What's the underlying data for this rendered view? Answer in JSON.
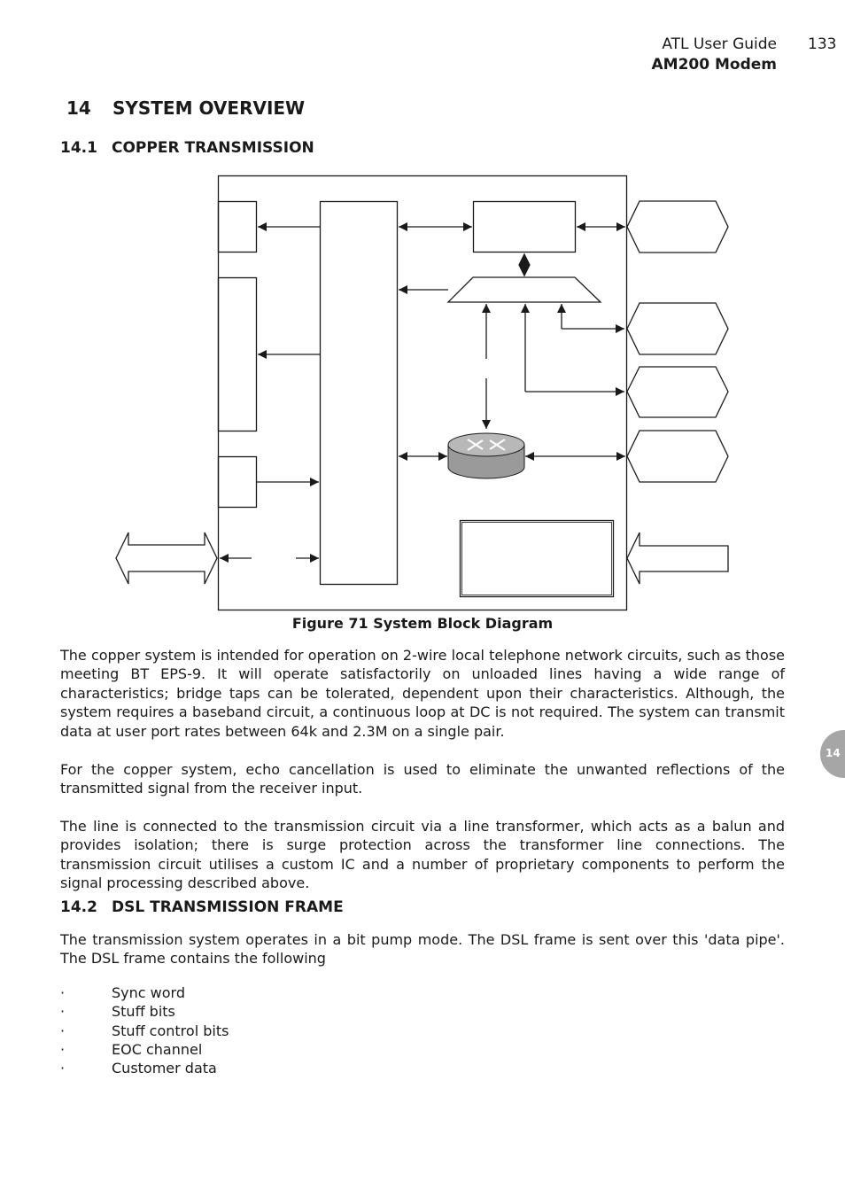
{
  "header": {
    "guide": "ATL User Guide",
    "model": "AM200 Modem",
    "page_number": "133"
  },
  "section": {
    "number": "14",
    "title": "SYSTEM OVERVIEW"
  },
  "subsection_1": {
    "number": "14.1",
    "title": "COPPER TRANSMISSION"
  },
  "figure": {
    "caption": "Figure 71 System Block Diagram"
  },
  "paragraphs_1": [
    "The copper system is intended for operation on 2-wire local telephone network circuits, such as those meeting BT EPS-9. It will operate satisfactorily on unloaded lines having a wide range of characteristics; bridge taps can be tolerated, dependent upon their characteristics. Although, the system requires a baseband circuit, a continuous loop at DC is not required. The system can transmit data at user port rates between 64k and 2.3M on a single pair.",
    "For the copper system, echo cancellation is used to eliminate the unwanted reflections of the transmitted signal from the receiver input.",
    "The line is connected to the transmission circuit via a line transformer, which acts as a balun and provides isolation; there is surge protection across the transformer line connections. The transmission circuit utilises a custom IC and a number of proprietary components to perform the signal processing described above."
  ],
  "subsection_2": {
    "number": "14.2",
    "title": "DSL TRANSMISSION FRAME"
  },
  "paragraph_2": "The transmission system operates in a bit pump mode. The DSL frame is sent over this 'data pipe'. The DSL frame contains the following",
  "bullets": [
    {
      "marker": "·",
      "text": "Sync word"
    },
    {
      "marker": "·",
      "text": "Stuff bits"
    },
    {
      "marker": "·",
      "text": "Stuff control bits"
    },
    {
      "marker": "·",
      "text": "EOC channel"
    },
    {
      "marker": "·",
      "text": "Customer data"
    }
  ],
  "chapter_tab": "14",
  "colors": {
    "text": "#1a1a1a",
    "tab": "#a6a6a6",
    "router": "#a0a0a0"
  }
}
